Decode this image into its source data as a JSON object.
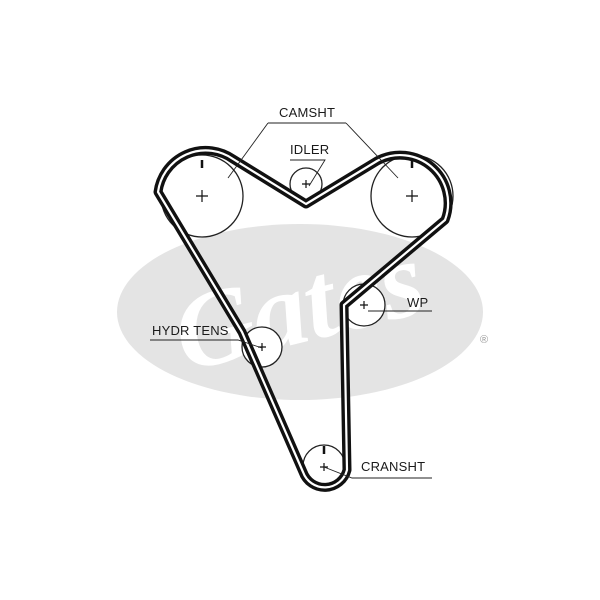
{
  "labels": {
    "camshaft": "CAMSHT",
    "idler": "IDLER",
    "water_pump": "WP",
    "hydraulic_tensioner": "HYDR TENS",
    "crankshaft": "CRANSHT"
  },
  "colors": {
    "belt": "#111111",
    "pulley": "#222222",
    "logo": "#e4e4e4",
    "text": "#1a1a1a"
  },
  "logo": {
    "brand": "Gates",
    "registered_mark": "®"
  }
}
